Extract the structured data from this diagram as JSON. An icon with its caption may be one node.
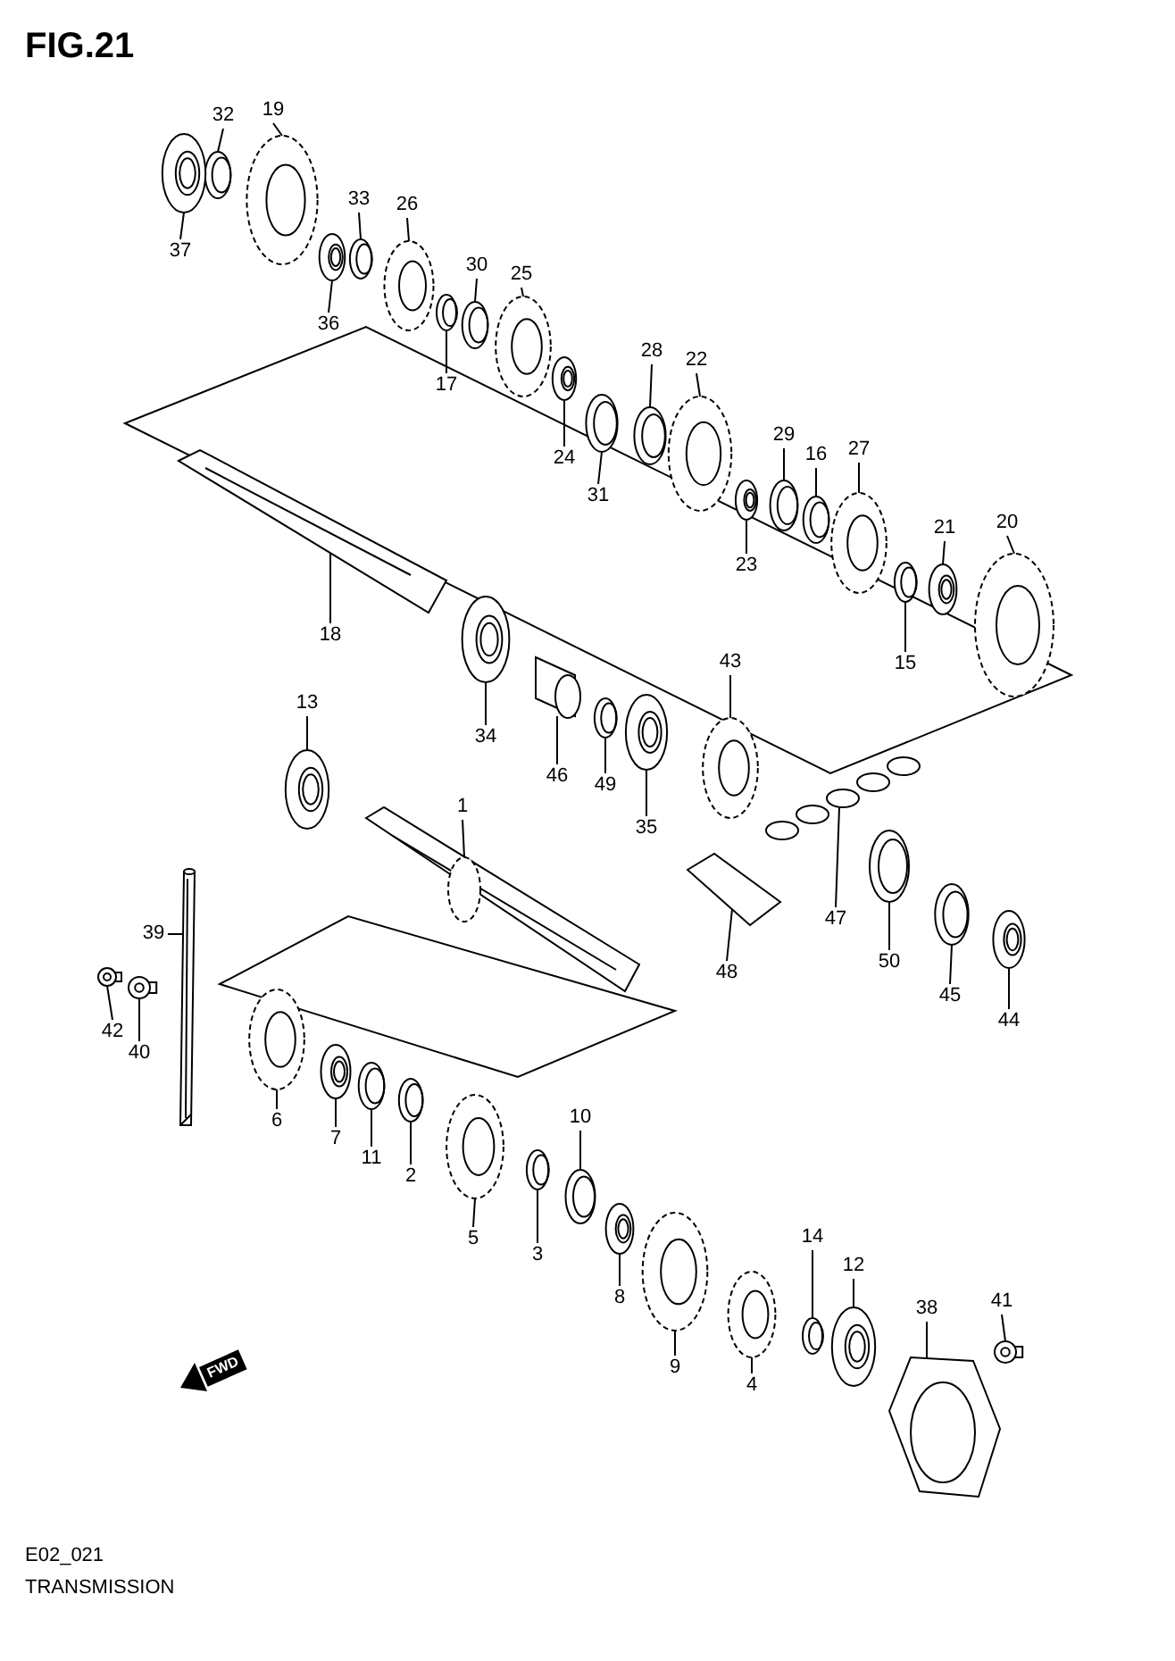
{
  "diagram": {
    "title": "FIG.21",
    "nodes": [
      {
        "text": [
          "32"
        ]
      },
      {
        "text": [
          "19"
        ]
      },
      {
        "text": [
          "37"
        ]
      },
      {
        "text": [
          "33"
        ]
      },
      {
        "text": [
          "26"
        ]
      },
      {
        "text": [
          "36"
        ]
      },
      {
        "text": [
          "30"
        ]
      },
      {
        "text": [
          "25"
        ]
      },
      {
        "text": [
          "17"
        ]
      },
      {
        "text": [
          "28"
        ]
      },
      {
        "text": [
          "22"
        ]
      },
      {
        "text": [
          "24"
        ]
      },
      {
        "text": [
          "31"
        ]
      },
      {
        "text": [
          "29"
        ]
      },
      {
        "text": [
          "16"
        ]
      },
      {
        "text": [
          "27"
        ]
      },
      {
        "text": [
          "23"
        ]
      },
      {
        "text": [
          "21"
        ]
      },
      {
        "text": [
          "20"
        ]
      },
      {
        "text": [
          "15"
        ]
      },
      {
        "text": [
          "18"
        ]
      },
      {
        "text": [
          "43"
        ]
      },
      {
        "text": [
          "13"
        ]
      },
      {
        "text": [
          "34"
        ]
      },
      {
        "text": [
          "46"
        ]
      },
      {
        "text": [
          "49"
        ]
      },
      {
        "text": [
          "35"
        ]
      },
      {
        "text": [
          "1"
        ]
      },
      {
        "text": [
          "47"
        ]
      },
      {
        "text": [
          "39"
        ]
      },
      {
        "text": [
          "48"
        ]
      },
      {
        "text": [
          "50"
        ]
      },
      {
        "text": [
          "45"
        ]
      },
      {
        "text": [
          "44"
        ]
      },
      {
        "text": [
          "42"
        ]
      },
      {
        "text": [
          "40"
        ]
      },
      {
        "text": [
          "10"
        ]
      },
      {
        "text": [
          "6"
        ]
      },
      {
        "text": [
          "7"
        ]
      },
      {
        "text": [
          "11"
        ]
      },
      {
        "text": [
          "2"
        ]
      },
      {
        "text": [
          "5"
        ]
      },
      {
        "text": [
          "3"
        ]
      },
      {
        "text": [
          "14"
        ]
      },
      {
        "text": [
          "12"
        ]
      },
      {
        "text": [
          "8"
        ]
      },
      {
        "text": [
          "38"
        ]
      },
      {
        "text": [
          "41"
        ]
      },
      {
        "text": [
          "9"
        ]
      },
      {
        "text": [
          "4"
        ]
      },
      {
        "text": [],
        "shape": "picture"
      },
      {
        "text": [],
        "shape": "picture"
      },
      {
        "text": [],
        "shape": "picture"
      },
      {
        "text": [],
        "shape": "picture"
      },
      {
        "text": [],
        "shape": "picture"
      },
      {
        "text": [],
        "shape": "picture"
      },
      {
        "text": [],
        "shape": "picture"
      },
      {
        "text": [],
        "shape": "picture"
      },
      {
        "text": [],
        "shape": "picture"
      },
      {
        "text": [],
        "shape": "picture"
      },
      {
        "text": [],
        "shape": "picture"
      },
      {
        "text": [],
        "shape": "picture"
      },
      {
        "text": [],
        "shape": "picture"
      },
      {
        "text": [],
        "shape": "picture"
      },
      {
        "text": [],
        "shape": "picture"
      },
      {
        "text": [],
        "shape": "picture"
      },
      {
        "text": [],
        "shape": "picture"
      },
      {
        "text": [],
        "shape": "picture"
      },
      {
        "text": [],
        "shape": "picture"
      },
      {
        "text": [],
        "shape": "picture"
      },
      {
        "text": [],
        "shape": "picture"
      },
      {
        "text": [],
        "shape": "picture"
      },
      {
        "text": [],
        "shape": "picture"
      },
      {
        "text": [],
        "shape": "picture"
      },
      {
        "text": [],
        "shape": "picture"
      },
      {
        "text": [],
        "shape": "picture"
      },
      {
        "text": [],
        "shape": "picture"
      },
      {
        "text": [],
        "shape": "picture"
      },
      {
        "text": [],
        "shape": "picture"
      },
      {
        "text": [],
        "shape": "picture"
      },
      {
        "text": [],
        "shape": "picture"
      },
      {
        "text": [],
        "shape": "picture"
      },
      {
        "text": [],
        "shape": "picture"
      },
      {
        "text": [],
        "shape": "picture"
      },
      {
        "text": [],
        "shape": "picture"
      },
      {
        "text": [],
        "shape": "picture"
      },
      {
        "text": [],
        "shape": "picture"
      },
      {
        "text": [],
        "shape": "picture"
      },
      {
        "text": [],
        "shape": "picture"
      },
      {
        "text": [],
        "shape": "picture"
      },
      {
        "text": [],
        "shape": "picture"
      },
      {
        "text": [],
        "shape": "picture"
      },
      {
        "text": [],
        "shape": "picture"
      },
      {
        "text": [],
        "shape": "picture"
      },
      {
        "text": [],
        "shape": "picture"
      },
      {
        "text": [],
        "shape": "picture"
      },
      {
        "text": [],
        "shape": "picture"
      },
      {
        "text": [],
        "shape": "picture"
      },
      {
        "text": [],
        "shape": "picture"
      },
      {
        "text": [],
        "shape": "picture"
      }
    ],
    "edges": [
      {
        "from": 0,
        "to": 50,
        "arrow": "none"
      },
      {
        "from": 1,
        "to": 51,
        "arrow": "none"
      },
      {
        "from": 2,
        "to": 52,
        "arrow": "none"
      },
      {
        "from": 3,
        "to": 53,
        "arrow": "none"
      },
      {
        "from": 4,
        "to": 54,
        "arrow": "none"
      },
      {
        "from": 5,
        "to": 55,
        "arrow": "none"
      },
      {
        "from": 6,
        "to": 56,
        "arrow": "none"
      },
      {
        "from": 7,
        "to": 57,
        "arrow": "none"
      },
      {
        "from": 8,
        "to": 58,
        "arrow": "none"
      },
      {
        "from": 9,
        "to": 59,
        "arrow": "none"
      },
      {
        "from": 10,
        "to": 60,
        "arrow": "none"
      },
      {
        "from": 11,
        "to": 61,
        "arrow": "none"
      },
      {
        "from": 12,
        "to": 62,
        "arrow": "none"
      },
      {
        "from": 13,
        "to": 63,
        "arrow": "none"
      },
      {
        "from": 14,
        "to": 64,
        "arrow": "none"
      },
      {
        "from": 15,
        "to": 65,
        "arrow": "none"
      },
      {
        "from": 16,
        "to": 66,
        "arrow": "none"
      },
      {
        "from": 17,
        "to": 67,
        "arrow": "none"
      },
      {
        "from": 18,
        "to": 68,
        "arrow": "none"
      },
      {
        "from": 19,
        "to": 69,
        "arrow": "none"
      },
      {
        "from": 20,
        "to": 70,
        "arrow": "none"
      },
      {
        "from": 21,
        "to": 71,
        "arrow": "none"
      },
      {
        "from": 22,
        "to": 72,
        "arrow": "none"
      },
      {
        "from": 23,
        "to": 73,
        "arrow": "none"
      },
      {
        "from": 24,
        "to": 74,
        "arrow": "none"
      },
      {
        "from": 25,
        "to": 75,
        "arrow": "none"
      },
      {
        "from": 26,
        "to": 76,
        "arrow": "none"
      },
      {
        "from": 27,
        "to": 77,
        "arrow": "none"
      },
      {
        "from": 28,
        "to": 78,
        "arrow": "none"
      },
      {
        "from": 29,
        "to": 79,
        "arrow": "none"
      },
      {
        "from": 30,
        "to": 80,
        "arrow": "none"
      },
      {
        "from": 31,
        "to": 81,
        "arrow": "none"
      },
      {
        "from": 32,
        "to": 82,
        "arrow": "none"
      },
      {
        "from": 33,
        "to": 83,
        "arrow": "none"
      },
      {
        "from": 34,
        "to": 84,
        "arrow": "none"
      },
      {
        "from": 35,
        "to": 85,
        "arrow": "none"
      },
      {
        "from": 36,
        "to": 86,
        "arrow": "none"
      },
      {
        "from": 37,
        "to": 87,
        "arrow": "none"
      },
      {
        "from": 38,
        "to": 88,
        "arrow": "none"
      },
      {
        "from": 39,
        "to": 89,
        "arrow": "none"
      },
      {
        "from": 40,
        "to": 90,
        "arrow": "none"
      },
      {
        "from": 41,
        "to": 91,
        "arrow": "none"
      },
      {
        "from": 42,
        "to": 92,
        "arrow": "none"
      },
      {
        "from": 43,
        "to": 93,
        "arrow": "none"
      },
      {
        "from": 44,
        "to": 94,
        "arrow": "none"
      },
      {
        "from": 45,
        "to": 95,
        "arrow": "none"
      },
      {
        "from": 46,
        "to": 96,
        "arrow": "none"
      },
      {
        "from": 47,
        "to": 97,
        "arrow": "none"
      },
      {
        "from": 48,
        "to": 98,
        "arrow": "none"
      },
      {
        "from": 49,
        "to": 99,
        "arrow": "none"
      }
    ],
    "labels": [
      "FWD",
      "E02_021",
      "TRANSMISSION"
    ]
  }
}
